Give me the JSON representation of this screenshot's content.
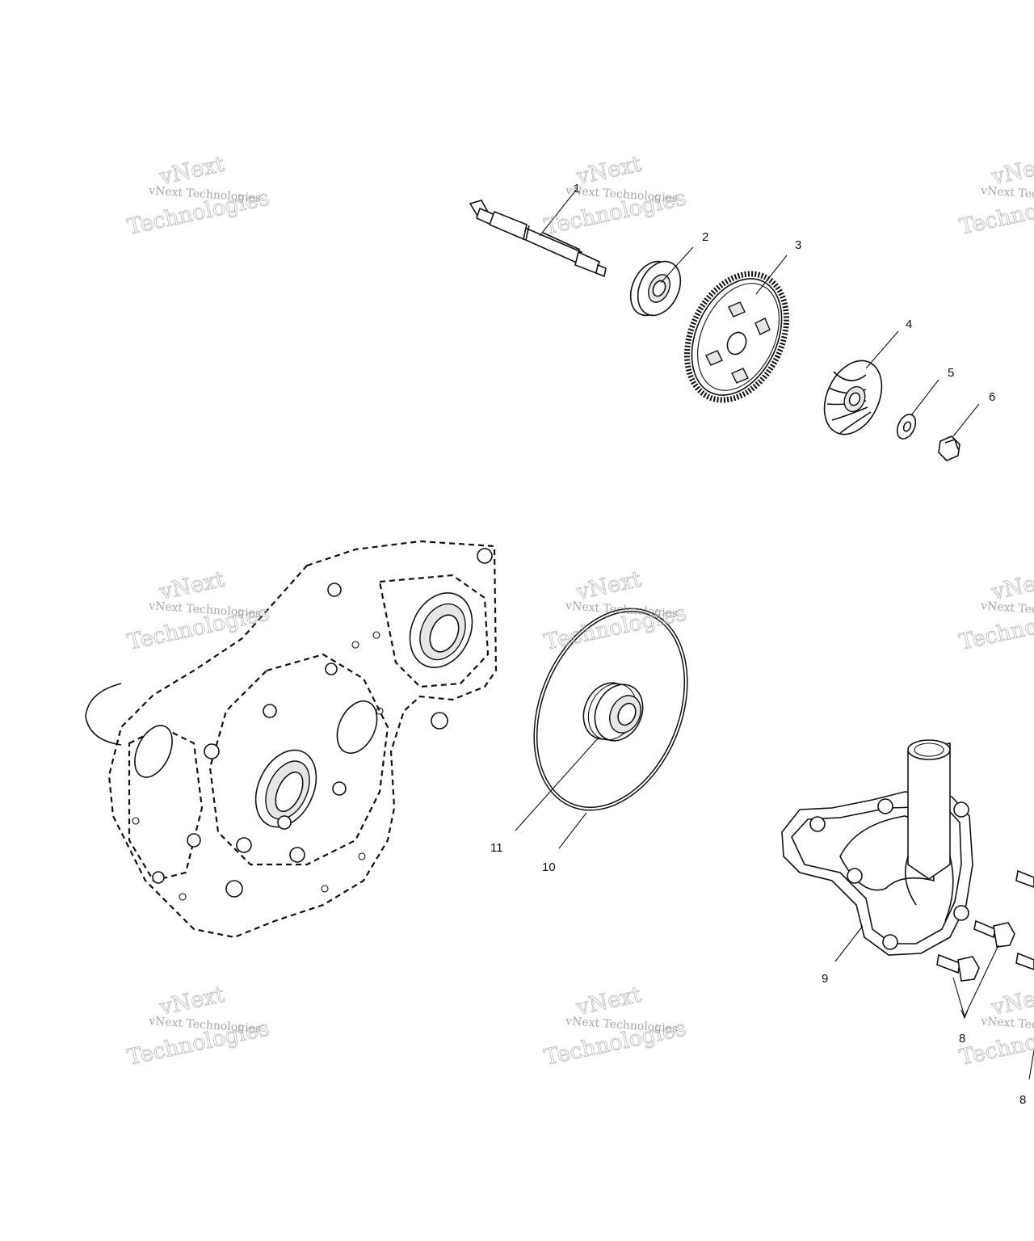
{
  "callouts": {
    "c1": "1",
    "c2": "2",
    "c3": "3",
    "c4": "4",
    "c5": "5",
    "c6": "6",
    "c8a": "8",
    "c8b": "8",
    "c9": "9",
    "c10": "10",
    "c11": "11"
  },
  "watermark": {
    "small": "vNext Technologies",
    "large_a": "vNext",
    "large_b": "Technologies"
  }
}
